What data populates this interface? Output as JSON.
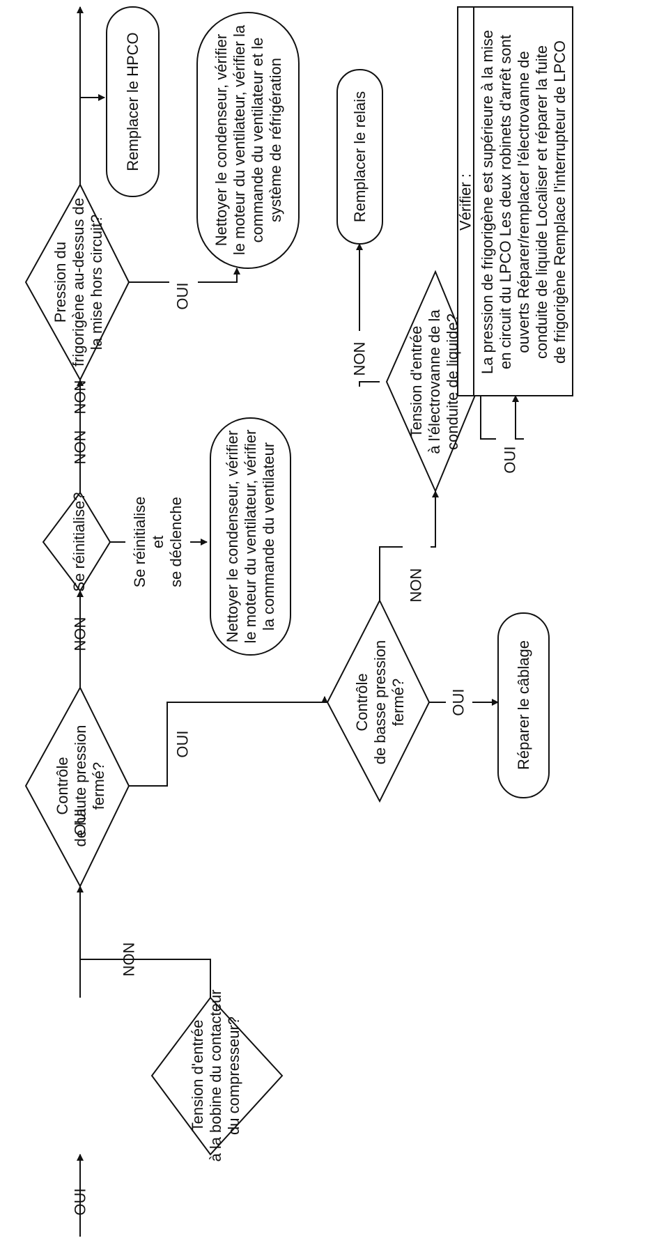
{
  "nodes": {
    "d1": {
      "lines": [
        "Tension d'entrée",
        "à la bobine du contacteur",
        "du compresseur?"
      ]
    },
    "d2": {
      "lines": [
        "Contrôle",
        "de haute pression",
        "fermé?"
      ]
    },
    "d3": {
      "lines": [
        "Se réinitialise?"
      ]
    },
    "d4": {
      "lines": [
        "Pression du",
        "frigorigène au-dessus de",
        "la mise hors circuit?"
      ]
    },
    "t_hpco": {
      "lines": [
        "Remplacer le HPCO"
      ]
    },
    "t_nettoyer2": {
      "lines": [
        "Nettoyer le condenseur, vérifier",
        "le moteur du ventilateur, vérifier la",
        "commande du ventilateur et le",
        "système de réfrigération"
      ]
    },
    "t_nettoyer1": {
      "lines": [
        "Nettoyer le condenseur, vérifier",
        "le moteur du ventilateur, vérifier",
        "la commande du ventilateur"
      ]
    },
    "d5": {
      "lines": [
        "Contrôle",
        "de basse pression",
        "fermé?"
      ]
    },
    "t_cablage": {
      "lines": [
        "Réparer le câblage"
      ]
    },
    "d6": {
      "lines": [
        "Tension d'entrée",
        "à l'électrovanne de la",
        "conduite de liquide?"
      ]
    },
    "t_relais": {
      "lines": [
        "Remplacer le relais"
      ]
    },
    "verify": {
      "title": "Vérifier :",
      "lines": [
        "La pression de frigorigène est supérieure à la mise",
        "en circuit du LPCO Les deux robinets d'arrêt sont",
        "ouverts Réparer/remplacer l'électrovanne de",
        "conduite de liquide Localiser et réparer la fuite",
        "de frigorigène Remplace l'interrupteur de LPCO"
      ]
    }
  },
  "labels": {
    "oui_in": "OUI",
    "oui_out": "OUI",
    "non_d1": "NON",
    "oui_d2": "OUI",
    "non_d2": "NON",
    "reset_trip": [
      "Se réinitialise",
      "et",
      "se déclenche"
    ],
    "non_d3": "NON",
    "non_d4": "NON",
    "oui_d4": "OUI",
    "oui_d5": "OUI",
    "non_d5": "NON",
    "non_d6": "NON",
    "oui_d6": "OUI"
  }
}
